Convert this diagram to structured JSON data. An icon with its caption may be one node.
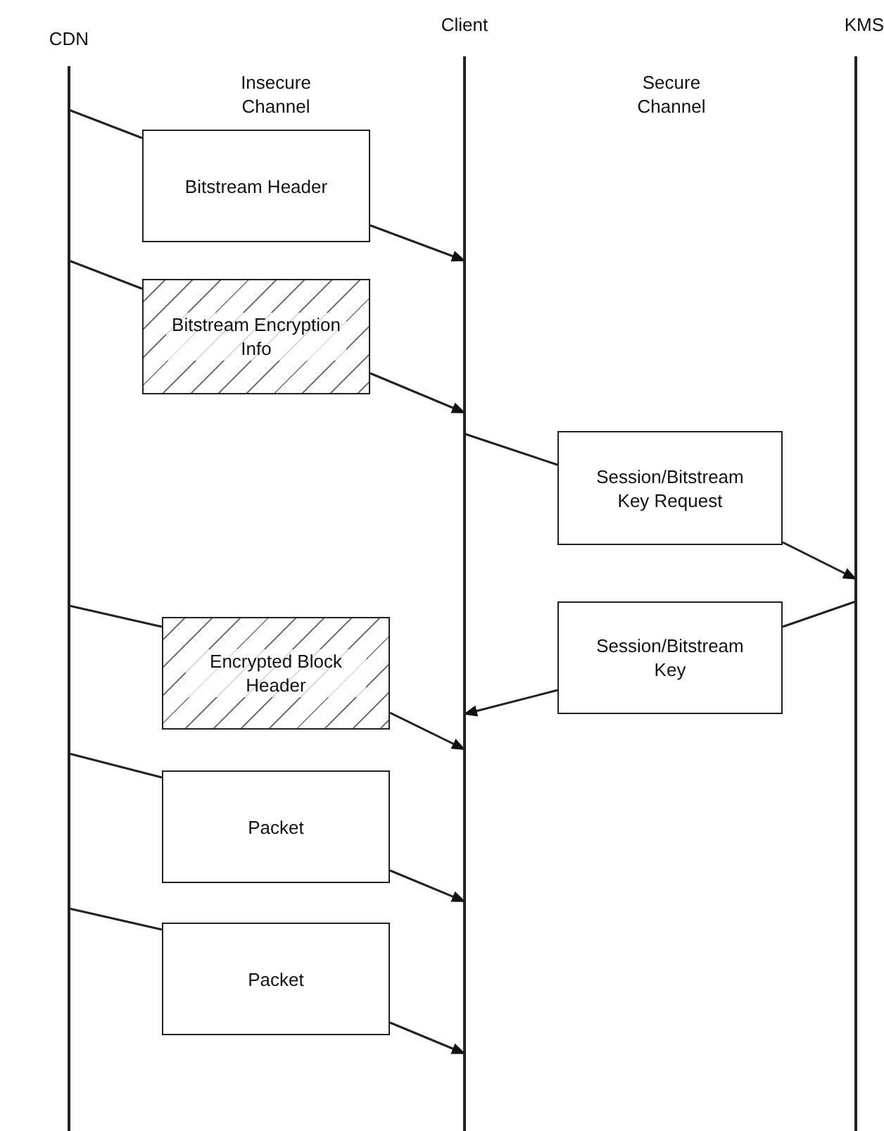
{
  "diagram": {
    "nodes": [
      {
        "text": [
          "CDN"
        ]
      },
      {
        "text": [
          "Client"
        ]
      },
      {
        "text": [
          "KMS"
        ]
      },
      {
        "text": [
          "Bitstream Header"
        ]
      },
      {
        "text": [
          "Bitstream Encryption Info"
        ]
      },
      {
        "text": [
          "Session/Bitstream Key Request"
        ]
      },
      {
        "text": [
          "Session/Bitstream Key"
        ]
      },
      {
        "text": [
          "Encrypted Block Header"
        ]
      },
      {
        "text": [
          "Packet"
        ]
      },
      {
        "text": [
          "Packet"
        ]
      }
    ],
    "edges": [
      {
        "from": 0,
        "to": 3,
        "arrow": "none"
      },
      {
        "from": 3,
        "to": 1,
        "arrow": "to"
      },
      {
        "from": 0,
        "to": 4,
        "arrow": "none"
      },
      {
        "from": 4,
        "to": 1,
        "arrow": "to"
      },
      {
        "from": 1,
        "to": 5,
        "arrow": "none"
      },
      {
        "from": 5,
        "to": 2,
        "arrow": "to"
      },
      {
        "from": 2,
        "to": 6,
        "arrow": "none"
      },
      {
        "from": 6,
        "to": 1,
        "arrow": "to"
      },
      {
        "from": 0,
        "to": 7,
        "arrow": "none"
      },
      {
        "from": 7,
        "to": 1,
        "arrow": "to"
      },
      {
        "from": 0,
        "to": 8,
        "arrow": "none"
      },
      {
        "from": 8,
        "to": 1,
        "arrow": "to"
      },
      {
        "from": 0,
        "to": 9,
        "arrow": "none"
      },
      {
        "from": 9,
        "to": 1,
        "arrow": "to"
      }
    ],
    "labels": [
      "Insecure Channel",
      "Secure Channel"
    ]
  }
}
